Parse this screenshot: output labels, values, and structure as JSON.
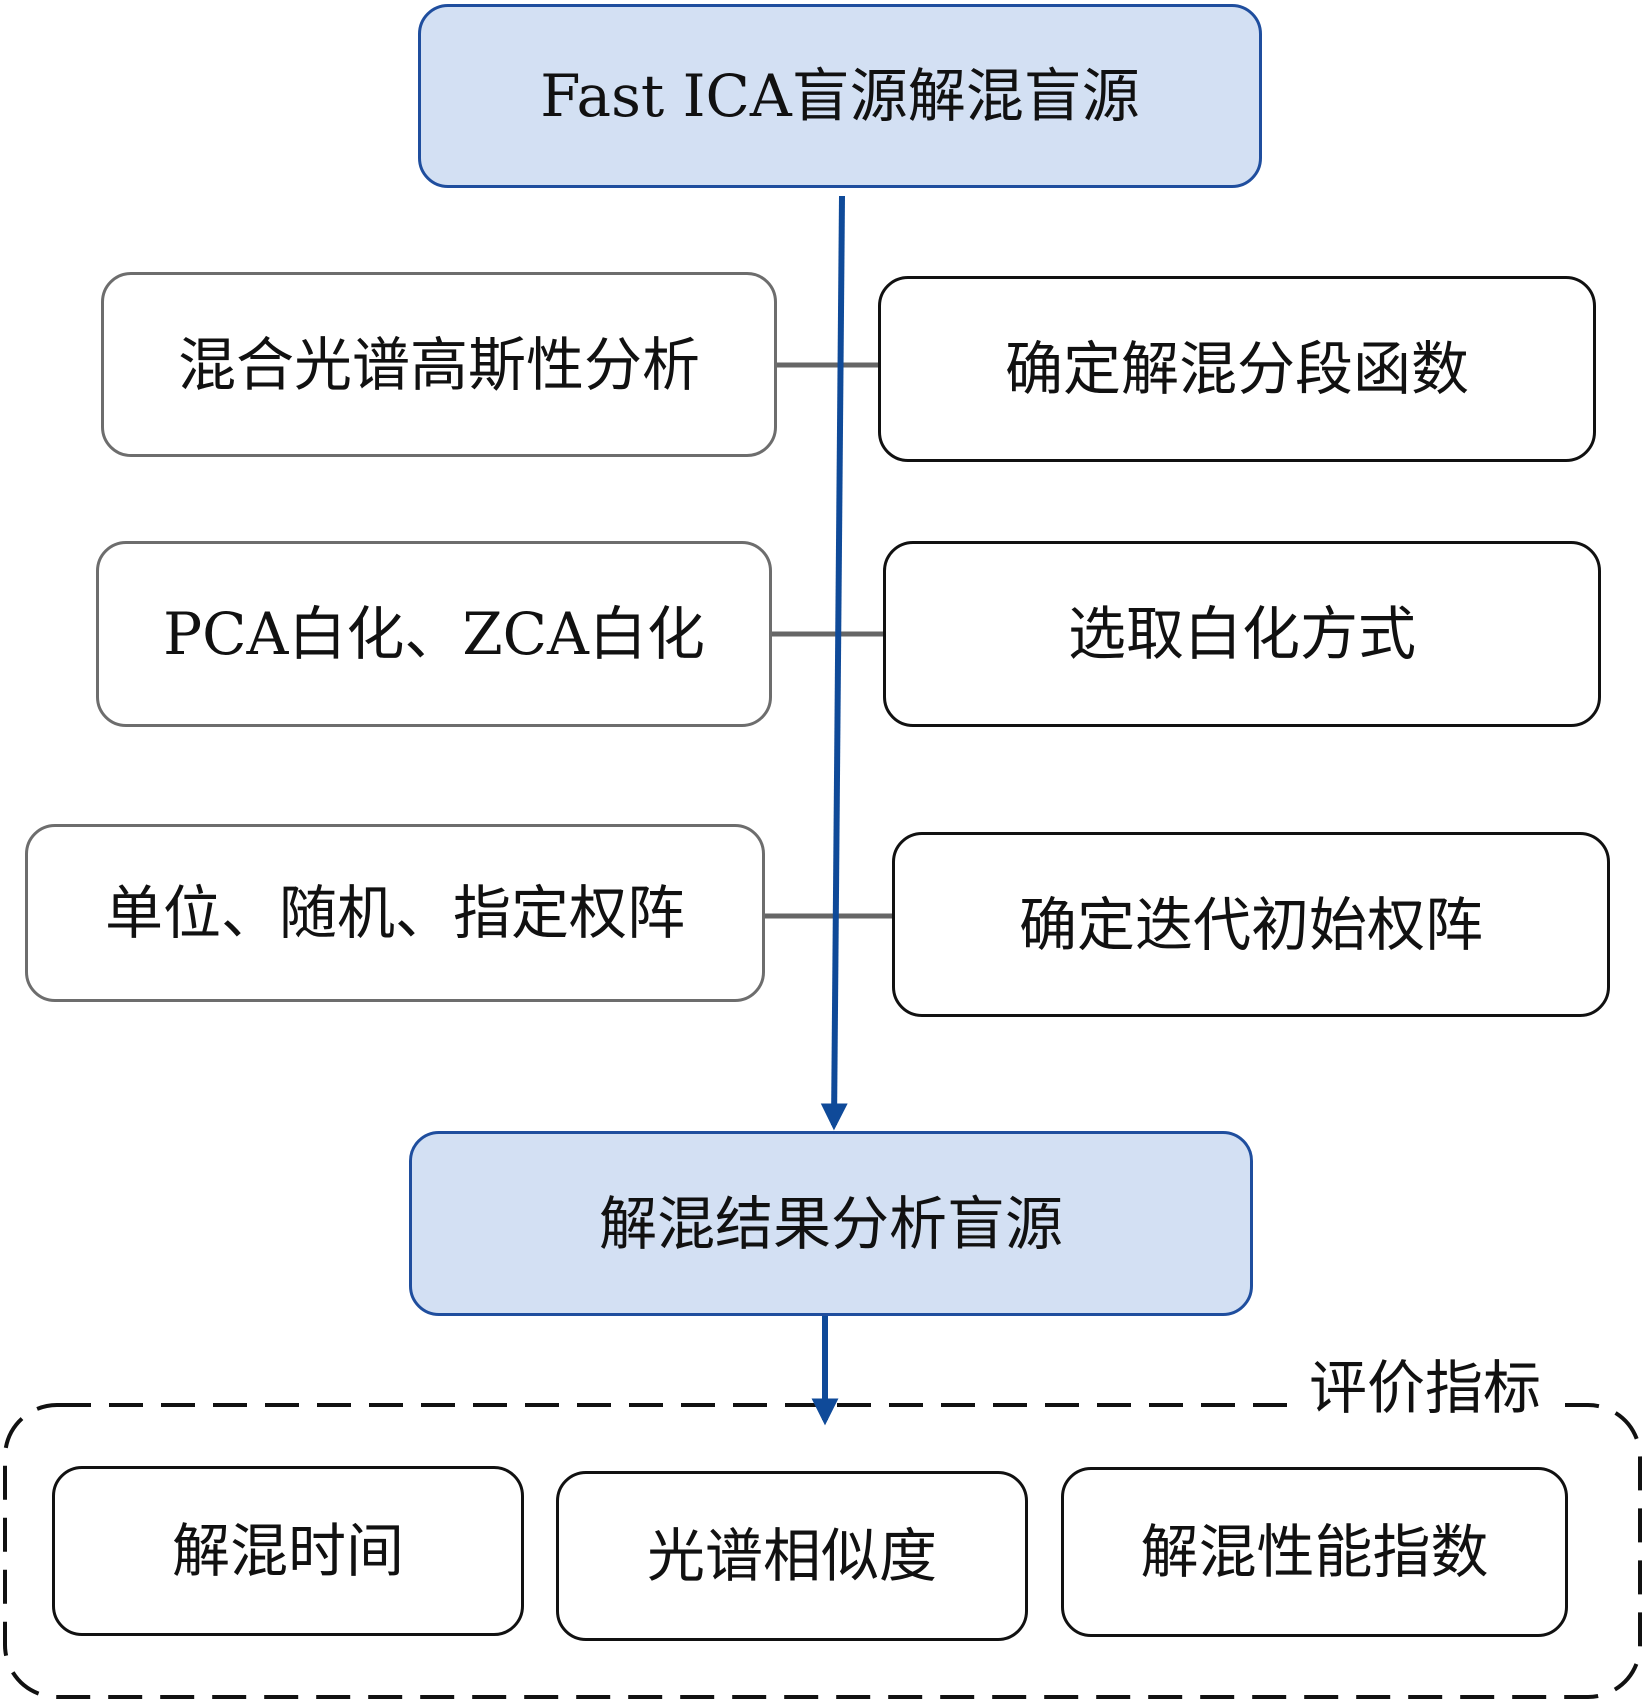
{
  "title_box": {
    "label": "Fast ICA盲源解混盲源"
  },
  "left_nodes": [
    {
      "label": "混合光谱高斯性分析"
    },
    {
      "label": "PCA白化、ZCA白化"
    },
    {
      "label": "单位、随机、指定权阵"
    }
  ],
  "right_nodes": [
    {
      "label": "确定解混分段函数"
    },
    {
      "label": "选取白化方式"
    },
    {
      "label": "确定迭代初始权阵"
    }
  ],
  "result_box": {
    "label": "解混结果分析盲源"
  },
  "metrics": {
    "label": "评价指标",
    "items": [
      {
        "label": "解混时间"
      },
      {
        "label": "光谱相似度"
      },
      {
        "label": "解混性能指数"
      }
    ]
  },
  "colors": {
    "accent_fill": "#d3e0f3",
    "accent_border": "#1f4e9e",
    "arrow": "#0f4a99",
    "connector": "#666666"
  }
}
